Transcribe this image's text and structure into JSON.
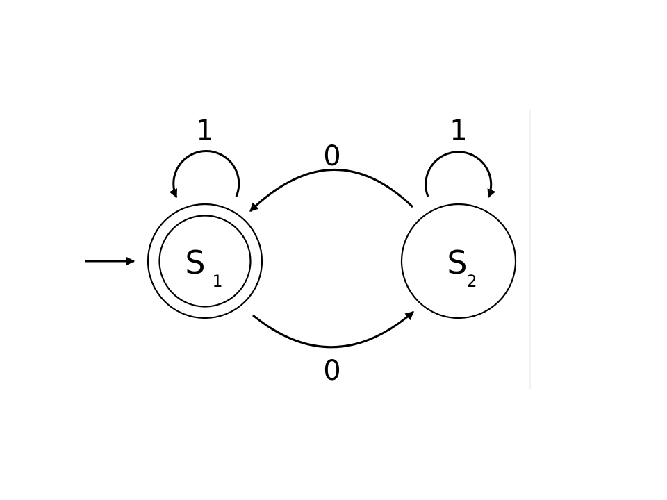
{
  "states": [
    {
      "id": "S1",
      "letter": "S",
      "sub": "1",
      "initial": true,
      "accepting": true
    },
    {
      "id": "S2",
      "letter": "S",
      "sub": "2",
      "initial": false,
      "accepting": false
    }
  ],
  "transitions": [
    {
      "from": "S1",
      "to": "S1",
      "label": "1"
    },
    {
      "from": "S2",
      "to": "S2",
      "label": "1"
    },
    {
      "from": "S2",
      "to": "S1",
      "label": "0"
    },
    {
      "from": "S1",
      "to": "S2",
      "label": "0"
    }
  ],
  "colors": {
    "stroke": "#000000",
    "background": "#ffffff",
    "divider": "#e6e6e6"
  }
}
